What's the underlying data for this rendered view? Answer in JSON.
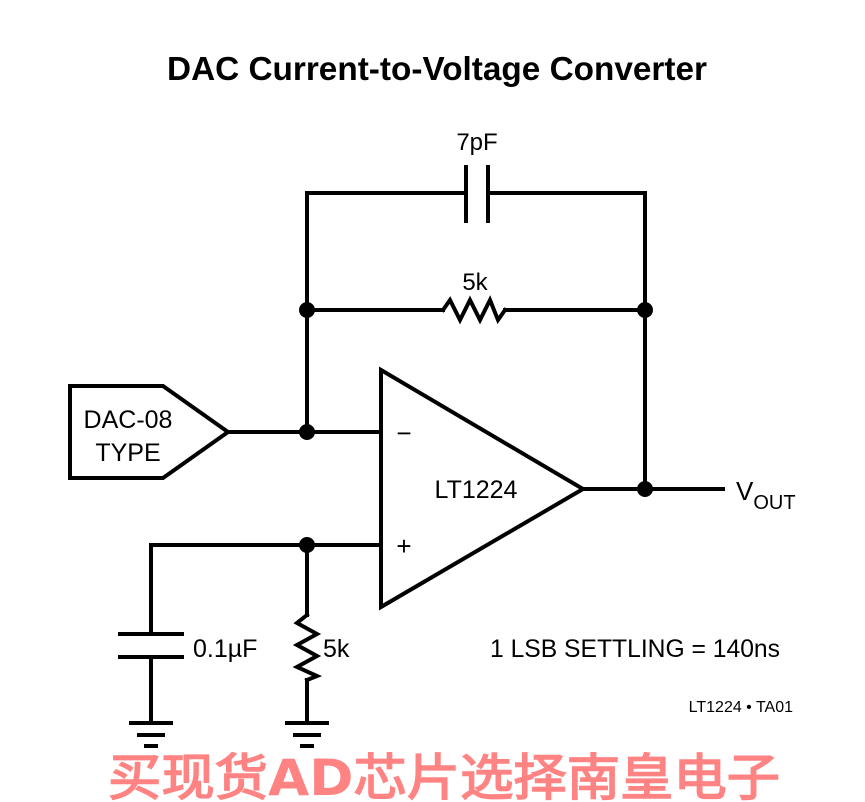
{
  "title": "DAC Current-to-Voltage Converter",
  "components": {
    "feedback_capacitor": "7pF",
    "feedback_resistor": "5k",
    "source_label_line1": "DAC-08",
    "source_label_line2": "TYPE",
    "opamp": "LT1224",
    "inverting_input": "−",
    "noninverting_input": "+",
    "output_label": "V",
    "output_subscript": "OUT",
    "bypass_capacitor": "0.1µF",
    "bias_resistor": "5k"
  },
  "note": "1 LSB SETTLING = 140ns",
  "figure_id": "LT1224 • TA01",
  "watermark": "买现货AD芯片选择南皇电子"
}
